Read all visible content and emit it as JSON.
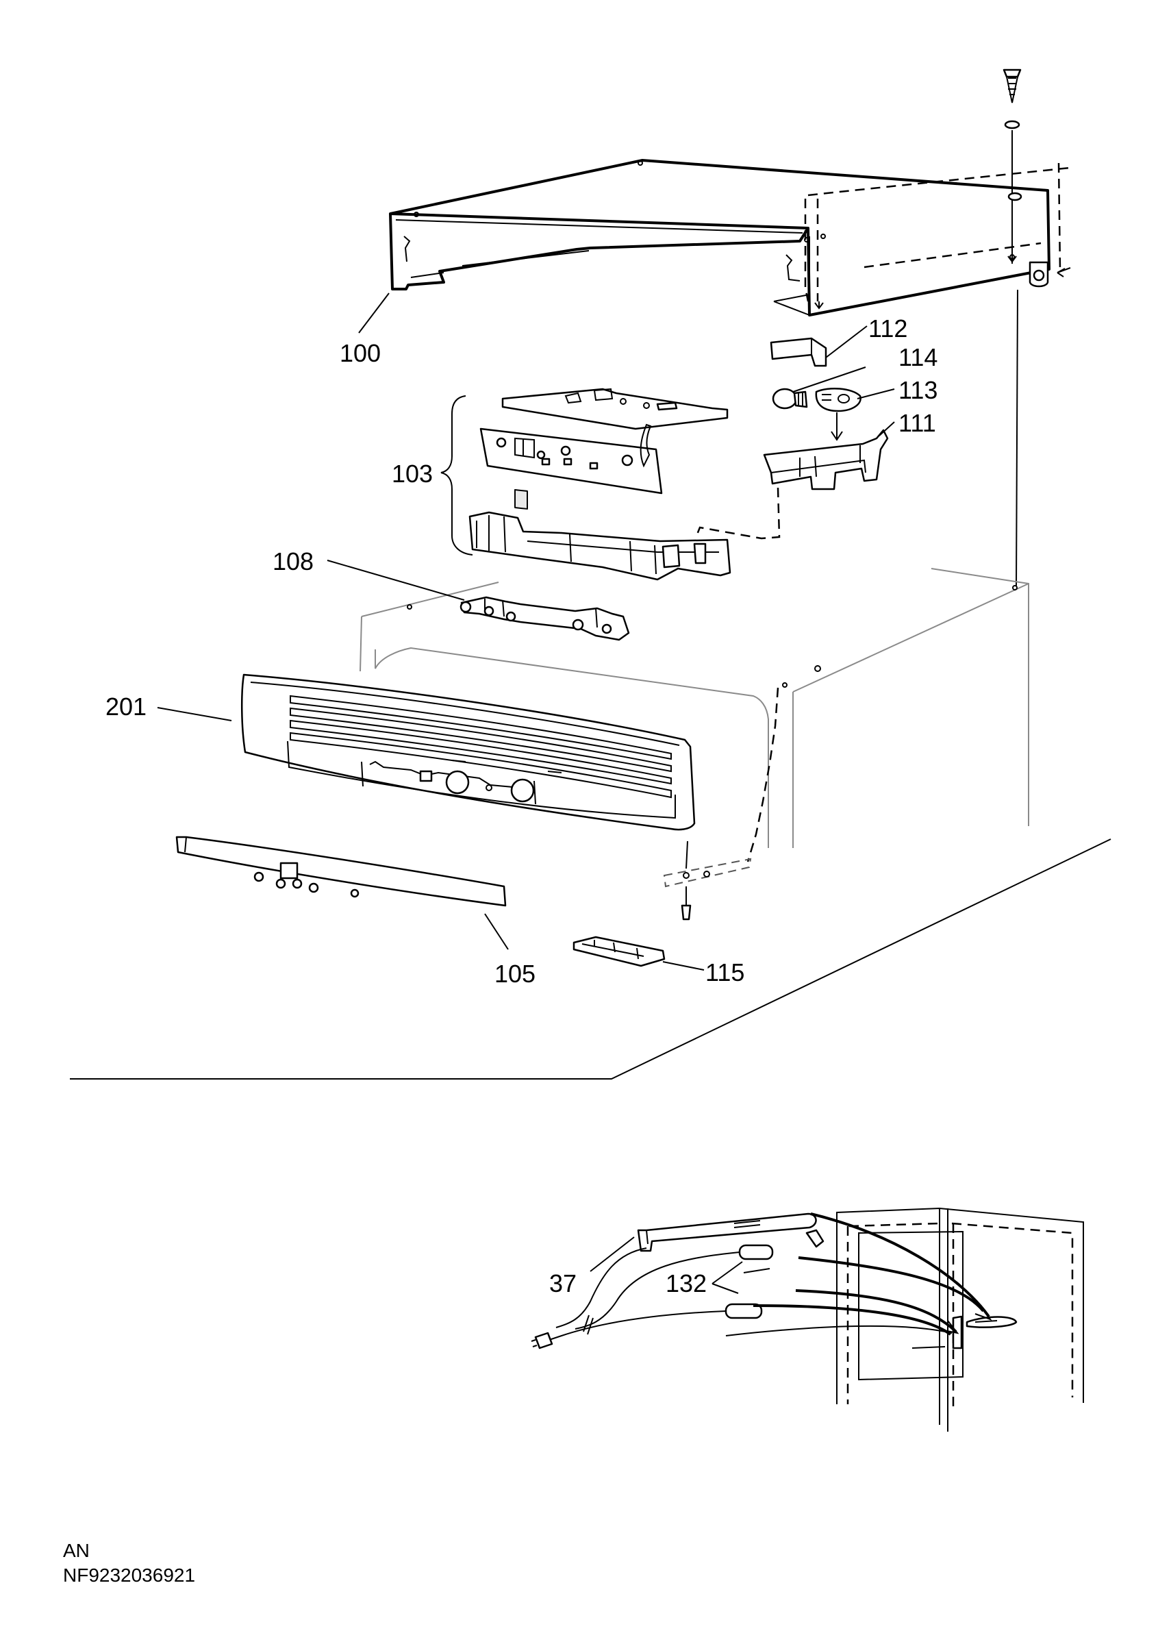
{
  "part_labels": {
    "p100": "100",
    "p112": "112",
    "p114": "114",
    "p113": "113",
    "p111": "111",
    "p103": "103",
    "p108": "108",
    "p201": "201",
    "p105": "105",
    "p115": "115",
    "p37": "37",
    "p132": "132"
  },
  "footer": {
    "line1": "AN",
    "line2": "NF9232036921"
  }
}
